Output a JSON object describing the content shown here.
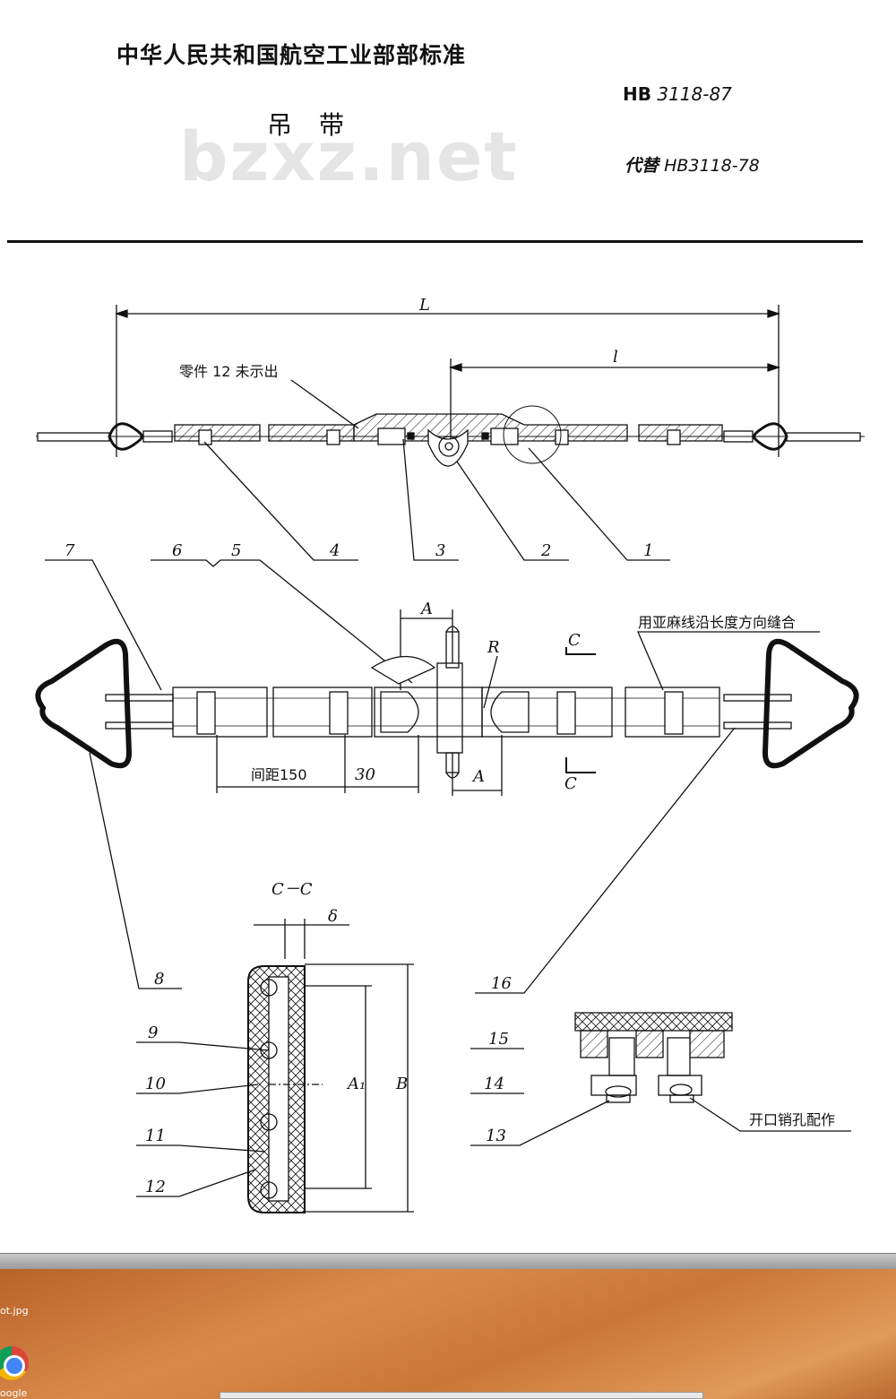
{
  "header": {
    "org": "中华人民共和国航空工业部部标准",
    "title": "吊带",
    "code_prefix": "HB",
    "code": "3118-87",
    "replace_prefix": "代替",
    "replace_code": "HB3118-78",
    "watermark": "bzxz.net"
  },
  "labels": {
    "dim_L": "L",
    "dim_l": "l",
    "dim_A": "A",
    "dim_R": "R",
    "dim_C": "C",
    "dim_gap": "间距150",
    "dim_30": "30",
    "section": "C－C",
    "delta": "δ",
    "dim_A1": "A₁",
    "dim_B": "B",
    "note_part12": "零件 12 未示出",
    "note_sew": "用亚麻线沿长度方向缝合",
    "note_pin": "开口销孔配作",
    "callouts": [
      "1",
      "2",
      "3",
      "4",
      "5",
      "6",
      "7",
      "8",
      "9",
      "10",
      "11",
      "12",
      "13",
      "14",
      "15",
      "16"
    ]
  },
  "desktop": {
    "file_label": "ot.jpg",
    "app_label": "oogle"
  },
  "colors": {
    "line": "#111111",
    "desktop": "#c97737"
  }
}
